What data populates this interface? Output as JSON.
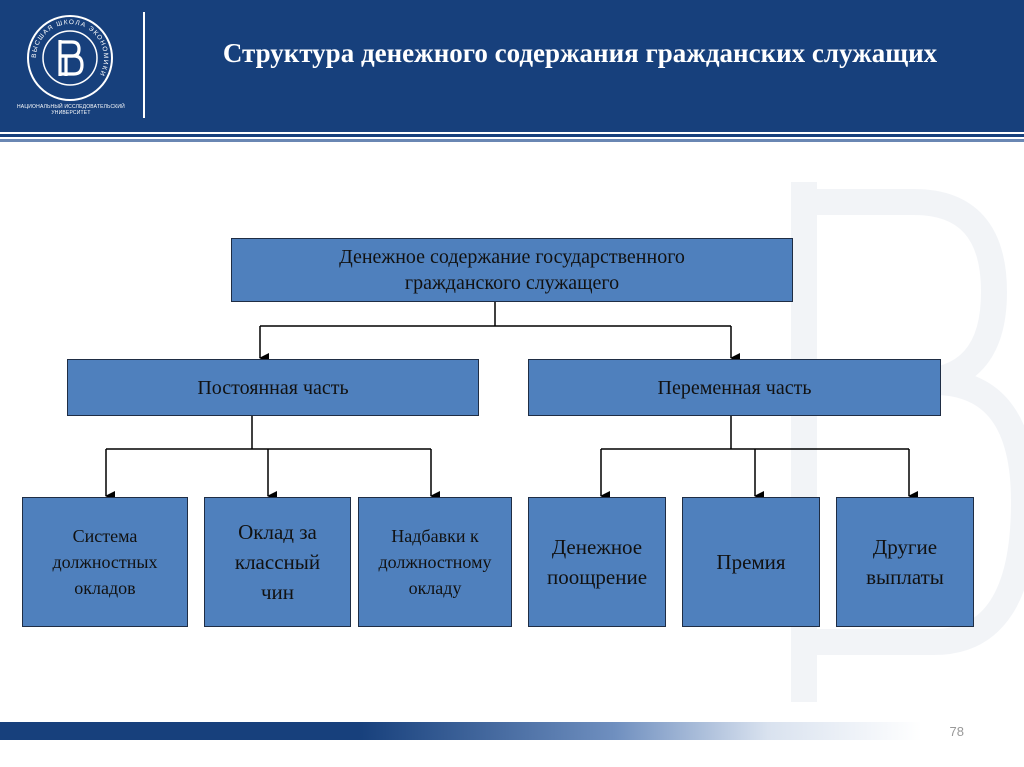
{
  "slide": {
    "title": "Структура денежного содержания гражданских служащих",
    "page_number": "78"
  },
  "logo": {
    "ring_text": "ВЫСШАЯ ШКОЛА ЭКОНОМИКИ",
    "caption_line1": "НАЦИОНАЛЬНЫЙ ИССЛЕДОВАТЕЛЬСКИЙ",
    "caption_line2": "УНИВЕРСИТЕТ"
  },
  "diagram": {
    "root": {
      "line1": "Денежное содержание государственного",
      "line2": "гражданского служащего"
    },
    "groups": [
      {
        "label": "Постоянная часть",
        "children": [
          {
            "line1": "Система",
            "line2": "должностных",
            "line3": "окладов"
          },
          {
            "line1": "Оклад за",
            "line2": "классный",
            "line3": "чин"
          },
          {
            "line1": "Надбавки к",
            "line2": "должностному",
            "line3": "окладу"
          }
        ]
      },
      {
        "label": "Переменная часть",
        "children": [
          {
            "line1": "Денежное",
            "line2": "поощрение"
          },
          {
            "line1": "Премия"
          },
          {
            "line1": "Другие",
            "line2": "выплаты"
          }
        ]
      }
    ]
  },
  "colors": {
    "header_blue": "#17407c",
    "box_fill": "#4f80bd",
    "box_border": "#1f2d44",
    "connector": "#000000"
  }
}
